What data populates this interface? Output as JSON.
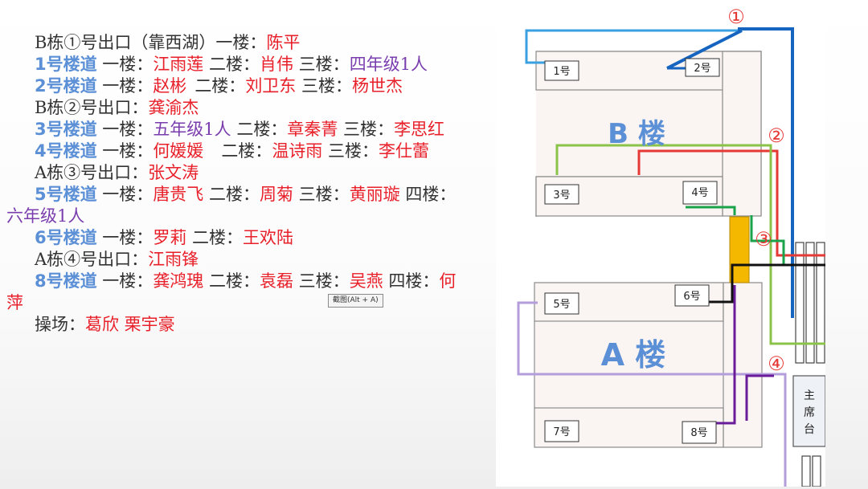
{
  "left": {
    "l1": {
      "a": "B栋①号出口（靠西湖）一楼：",
      "b": "陈平"
    },
    "l2": {
      "h": "1号楼道",
      "a": " 一楼：",
      "b": "江雨莲",
      "c": " 二楼：",
      "d": "肖伟",
      "e": " 三楼：",
      "f": "四年级1人"
    },
    "l3": {
      "h": "2号楼道",
      "a": " 一楼：",
      "b": "赵彬",
      "c": "二楼：",
      "d": "刘卫东",
      "e": " 三楼：",
      "f": "杨世杰"
    },
    "l4": {
      "a": "B栋②号出口：",
      "b": "龚渝杰"
    },
    "l5": {
      "h": "3号楼道",
      "a": " 一楼：",
      "b": "五年级1人",
      "c": " 二楼：",
      "d": "章秦菁",
      "e": " 三楼：",
      "f": "李思红"
    },
    "l6": {
      "h": "4号楼道",
      "a": " 一楼：",
      "b": "何媛媛",
      "c": "二楼：",
      "d": "温诗雨",
      "e": " 三楼：",
      "f": "李仕蕾"
    },
    "l7": {
      "a": "A栋③号出口：",
      "b": "张文涛"
    },
    "l8": {
      "h": "5号楼道",
      "a": " 一楼：",
      "b": "唐贵飞",
      "c": " 二楼：",
      "d": "周菊",
      "e": "  三楼：",
      "f": "黄丽璇",
      "g": "  四楼："
    },
    "l9": {
      "a": "六年级1人"
    },
    "l10": {
      "h": "6号楼道",
      "a": " 一楼：",
      "b": "罗莉",
      "c": " 二楼：",
      "d": "王欢陆"
    },
    "l11": {
      "a": "A栋④号出口：",
      "b": "江雨锋"
    },
    "l12": {
      "h": "8号楼道",
      "a": " 一楼：",
      "b": "龚鸿瑰",
      "c": " 二楼：",
      "d": "袁磊",
      "e": " 三楼：",
      "f": "吴燕",
      "g": " 四楼：",
      "i": "何"
    },
    "l13": {
      "a": "萍"
    },
    "l14": {
      "a": "操场：",
      "b": "葛欣  栗宇豪"
    }
  },
  "tooltip": "截图(Alt + A)",
  "map": {
    "building_b": "B 楼",
    "building_a": "A 楼",
    "exits": [
      "①",
      "②",
      "③",
      "④"
    ],
    "stairs": [
      "1号",
      "2号",
      "3号",
      "4号",
      "5号",
      "6号",
      "7号",
      "8号"
    ],
    "rostrum": [
      "主",
      "席",
      "台"
    ]
  },
  "colors": {
    "exit1_route": "#1565c0",
    "stair1_route": "#3aa0e0",
    "exit2_route": "#e53935",
    "stair3_route": "#8bc34a",
    "stair4_route": "#1aa34a",
    "stair5_route": "#b39ddb",
    "stair6_route": "#111111",
    "stair8_route": "#6a1b9a",
    "corridor": "#f5b800",
    "heading_blue": "#5b8fd6",
    "name_red": "#e8202a",
    "grade_purple": "#7a3dae"
  }
}
